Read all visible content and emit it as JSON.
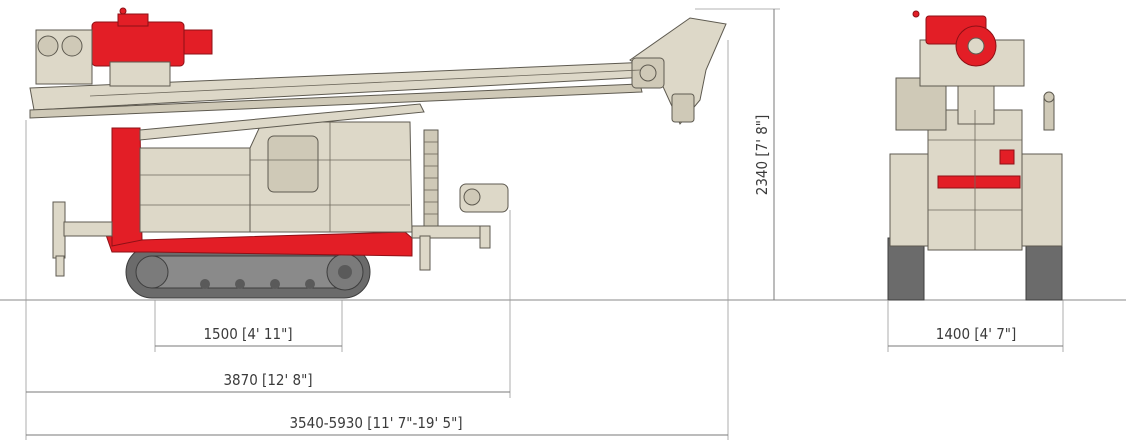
{
  "colors": {
    "machine_body": "#ddd8c8",
    "machine_accent": "#e31e26",
    "track": "#6b6b6b",
    "dimension_line": "#7a7a7a",
    "dimension_text": "#3b3b3b"
  },
  "dimensions": {
    "track_contact_length": "1500 [4' 11\"]",
    "transport_length": "3870 [12' 8\"]",
    "overall_length_range": "3540-5930 [11' 7\"-19' 5\"]",
    "height": "2340 [7' 8\"]",
    "width": "1400 [4' 7\"]"
  },
  "views": {
    "side": "side-view",
    "front": "front-view"
  }
}
